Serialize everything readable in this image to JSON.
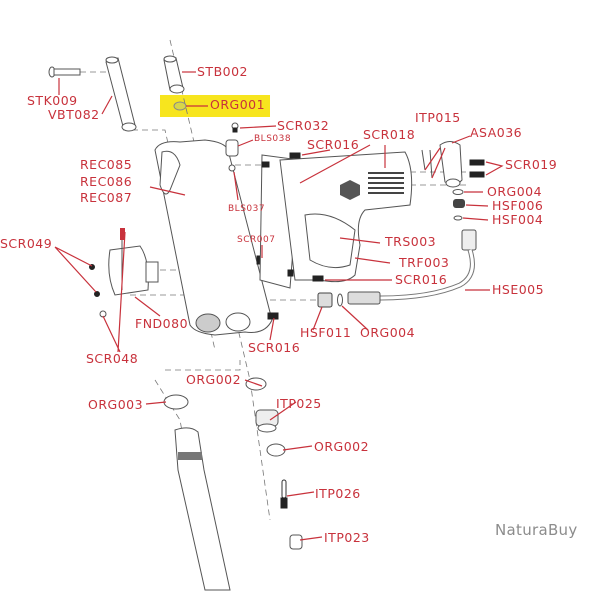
{
  "diagram": {
    "title": "Exploded parts diagram",
    "highlighted_part": "ORG001",
    "highlight_color": "#f7e51e",
    "label_color": "#c8323c",
    "watermark": "NaturaBuy",
    "labels": {
      "stk009": "STK009",
      "vbt082": "VBT082",
      "stb002": "STB002",
      "org001": "ORG001",
      "scr032": "SCR032",
      "bls038": "BLS038",
      "scr016_top": "SCR016",
      "scr018": "SCR018",
      "itp015": "ITP015",
      "asa036": "ASA036",
      "scr019": "SCR019",
      "org004_top": "ORG004",
      "hsf006": "HSF006",
      "hsf004": "HSF004",
      "rec085": "REC085",
      "rec086": "REC086",
      "rec087": "REC087",
      "bls037": "BLS037",
      "scr007": "SCR007",
      "scr049": "SCR049",
      "trs003": "TRS003",
      "trf003": "TRF003",
      "scr016_mid": "SCR016",
      "hse005": "HSE005",
      "fnd080": "FND080",
      "hsf011": "HSF011",
      "org004_bottom": "ORG004",
      "scr048": "SCR048",
      "scr016_bottom": "SCR016",
      "org002_top": "ORG002",
      "org003": "ORG003",
      "itp025": "ITP025",
      "org002_bottom": "ORG002",
      "itp026": "ITP026",
      "itp023": "ITP023"
    }
  }
}
